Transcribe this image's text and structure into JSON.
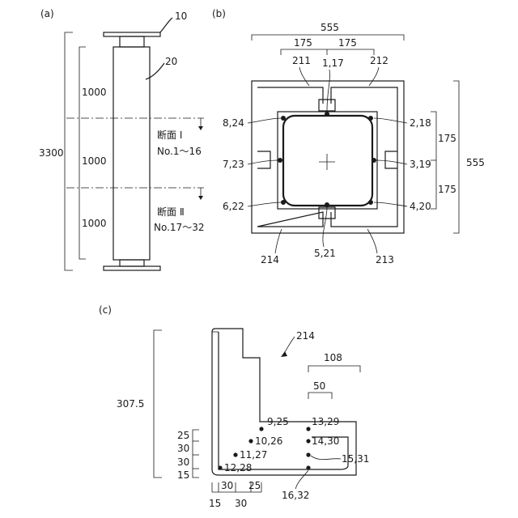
{
  "panel_a": {
    "label": "(a)",
    "ref_top": "10",
    "ref_column": "20",
    "total_height": "3300",
    "seg1": "1000",
    "seg2": "1000",
    "seg3": "1000",
    "section1_title": "断面 Ⅰ",
    "section1_nums": "No.1～16",
    "section2_title": "断面 Ⅱ",
    "section2_nums": "No.17～32"
  },
  "panel_b": {
    "label": "(b)",
    "dim_total_top": "555",
    "dim_left_half": "175",
    "dim_right_half": "175",
    "part_211": "211",
    "part_212": "212",
    "part_213": "213",
    "part_214": "214",
    "pt_top": "1,17",
    "pt_tr": "2,18",
    "pt_right": "3,19",
    "pt_br": "4,20",
    "pt_bottom": "5,21",
    "pt_bl": "6,22",
    "pt_left": "7,23",
    "pt_tl": "8,24",
    "dim_right_upper": "175",
    "dim_right_lower": "175",
    "dim_total_right": "555"
  },
  "panel_c": {
    "label": "(c)",
    "part": "214",
    "dim_height": "307.5",
    "dim_108": "108",
    "dim_50": "50",
    "pt_9": "9,25",
    "pt_10": "10,26",
    "pt_11": "11,27",
    "pt_12": "12,28",
    "pt_13": "13,29",
    "pt_14": "14,30",
    "pt_15": "15,31",
    "pt_16": "16,32",
    "v_25": "25",
    "v_30a": "30",
    "v_30b": "30",
    "v_15": "15",
    "h_30a": "30",
    "h_25": "25",
    "h_15": "15",
    "h_30b": "30"
  }
}
